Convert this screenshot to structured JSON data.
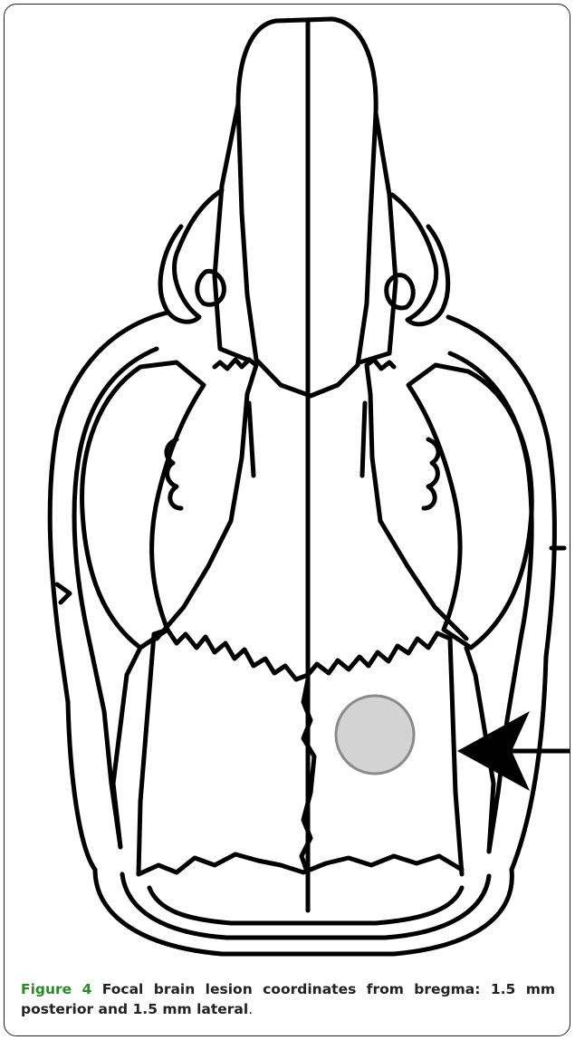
{
  "figure": {
    "label": "Figure 4",
    "caption": " Focal brain lesion coordinates from bregma: 1.5 mm posterior and 1.5 mm lateral",
    "caption_end": "."
  },
  "diagram": {
    "subject": "rat-skull-dorsal-view",
    "stroke_color": "#000000",
    "lesion_fill": "#d3d3d3",
    "lesion_stroke": "#8a8a8a",
    "arrow_color": "#000000"
  }
}
